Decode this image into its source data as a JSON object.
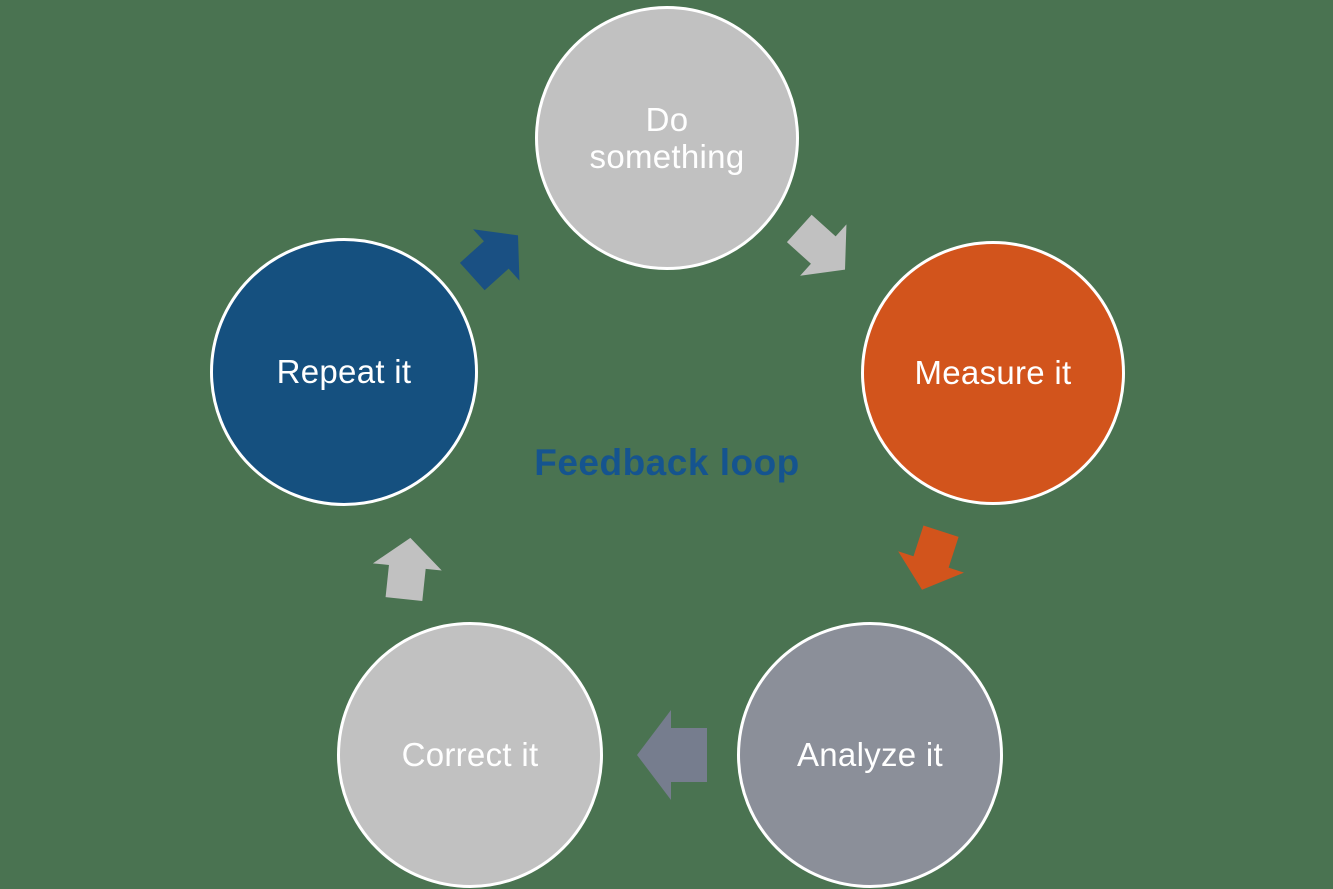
{
  "diagram": {
    "title": "Feedback loop",
    "type": "cycle-diagram",
    "steps": [
      {
        "label": "Do something",
        "lines": [
          "Do",
          "something"
        ],
        "fill": "#c1c1c1",
        "text_color": "#ffffff"
      },
      {
        "label": "Measure it",
        "lines": [
          "Measure it"
        ],
        "fill": "#d2541c",
        "text_color": "#ffffff"
      },
      {
        "label": "Analyze it",
        "lines": [
          "Analyze it"
        ],
        "fill": "#8b8f99",
        "text_color": "#ffffff"
      },
      {
        "label": "Correct it",
        "lines": [
          "Correct it"
        ],
        "fill": "#c1c1c1",
        "text_color": "#ffffff"
      },
      {
        "label": "Repeat it",
        "lines": [
          "Repeat it"
        ],
        "fill": "#15507f",
        "text_color": "#ffffff"
      }
    ],
    "arrows": [
      {
        "from": "Do something",
        "to": "Measure it",
        "color": "#c1c1c1"
      },
      {
        "from": "Measure it",
        "to": "Analyze it",
        "color": "#d2541c"
      },
      {
        "from": "Analyze it",
        "to": "Correct it",
        "color": "#767d8e"
      },
      {
        "from": "Correct it",
        "to": "Repeat it",
        "color": "#c1c1c1"
      },
      {
        "from": "Repeat it",
        "to": "Do something",
        "color": "#1a5083"
      }
    ]
  },
  "colors": {
    "background": "#4a7351",
    "circle_border": "#ffffff",
    "title_blue": "#15548f"
  }
}
